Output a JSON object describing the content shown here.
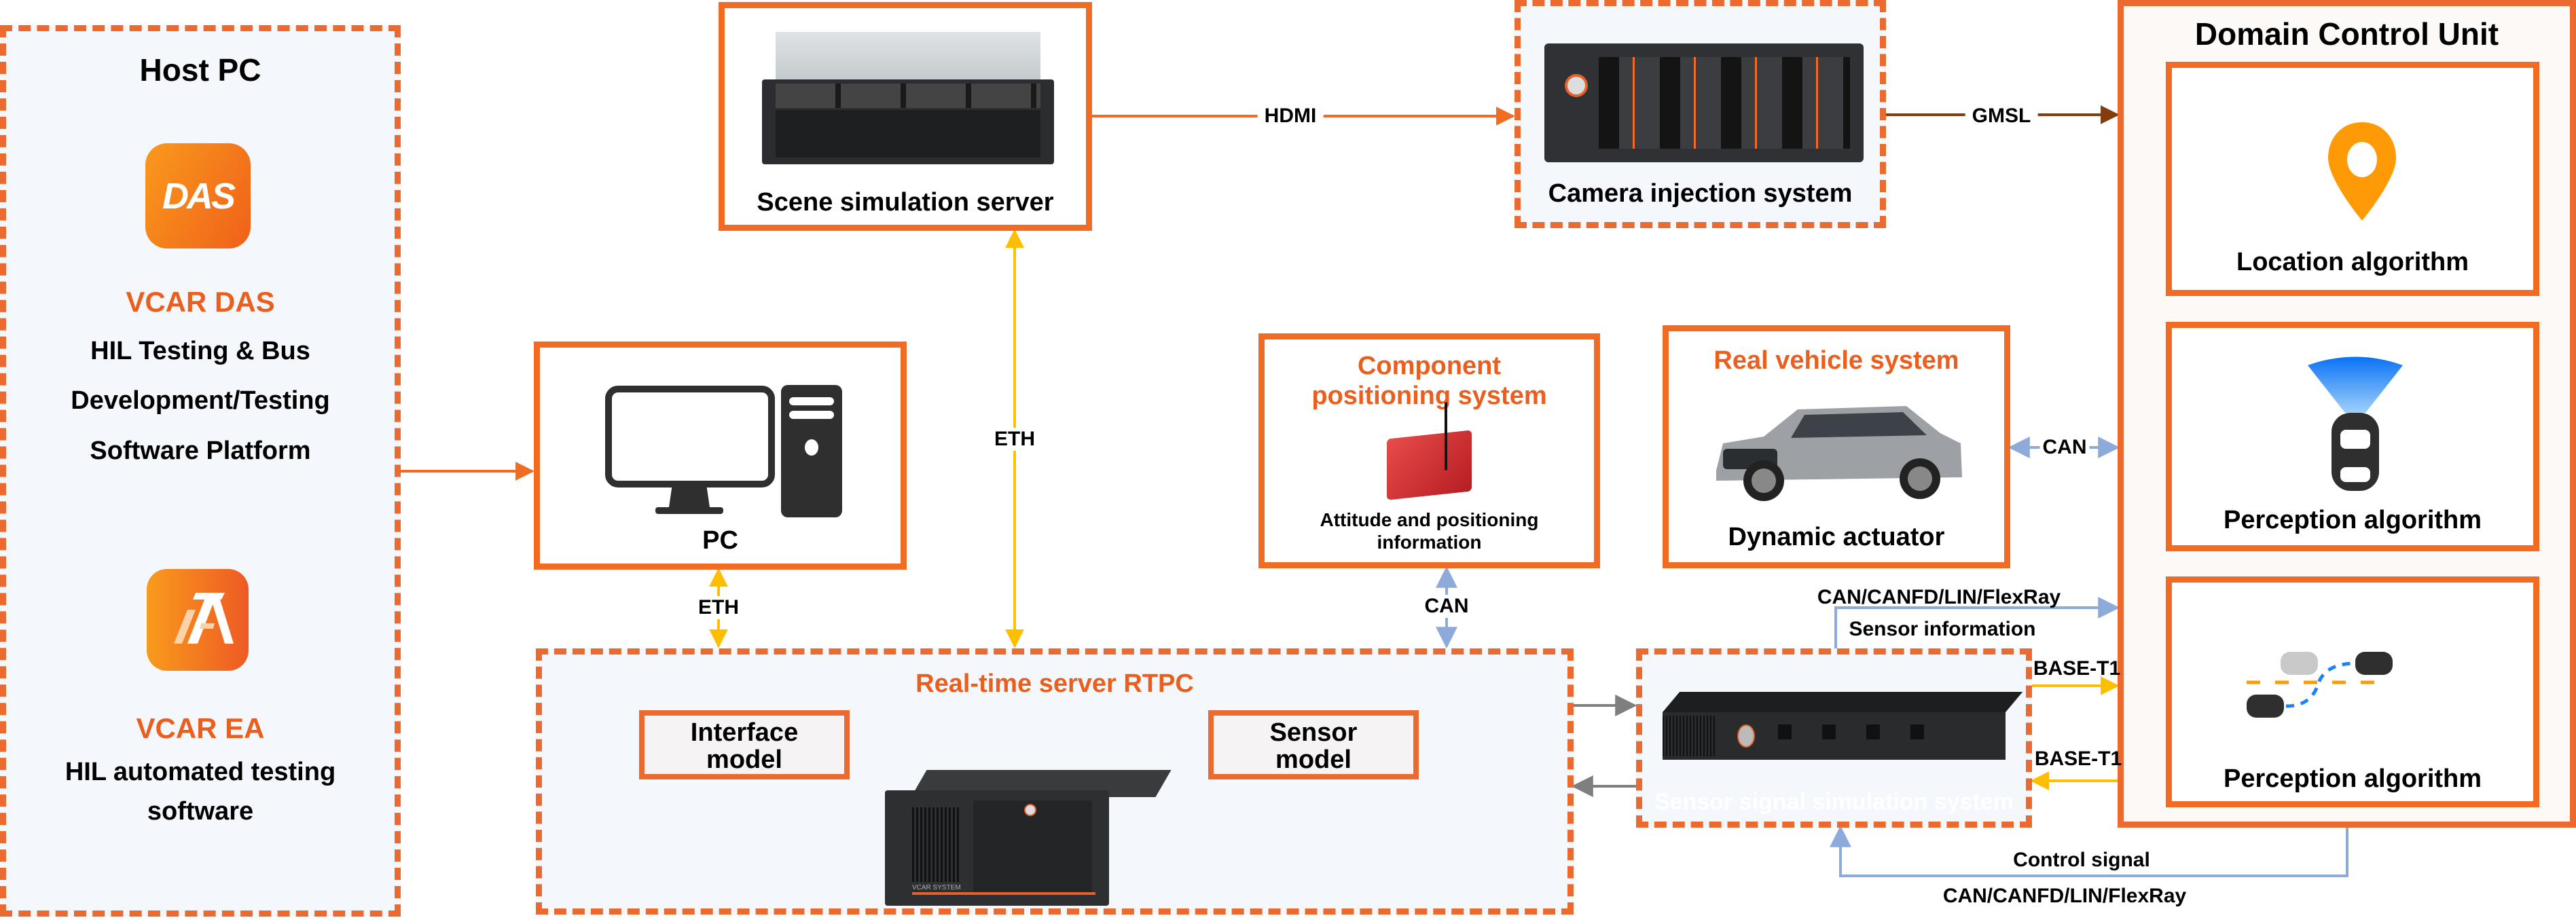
{
  "host_pc": {
    "title": "Host PC",
    "das": {
      "icon": "vcar-das-logo",
      "logo_text": "DAS",
      "name": "VCAR DAS",
      "desc": [
        "HIL Testing & Bus",
        "Development/Testing",
        "Software Platform"
      ]
    },
    "ea": {
      "icon": "vcar-ea-logo",
      "name": "VCAR EA",
      "desc": [
        "HIL automated testing",
        "software"
      ]
    }
  },
  "pc": {
    "label": "PC",
    "icon": "desktop-computer-icon"
  },
  "scene_server": {
    "label": "Scene simulation server",
    "icon": "rack-server-image"
  },
  "camera_injection": {
    "label": "Camera injection system",
    "icon": "camera-injection-device-image"
  },
  "component_positioning": {
    "title": "Component positioning system",
    "title_lines": [
      "Component",
      "positioning system"
    ],
    "desc_lines": [
      "Attitude and positioning",
      "information"
    ],
    "icon": "imu-device-image"
  },
  "real_vehicle": {
    "title": "Real vehicle system",
    "label": "Dynamic actuator",
    "icon": "suv-image"
  },
  "rtpc": {
    "title": "Real-time server RTPC",
    "interface_model": [
      "Interface",
      "model"
    ],
    "sensor_model": [
      "Sensor",
      "model"
    ],
    "icon": "industrial-pc-image",
    "device_brand": "VCAR SYSTEM"
  },
  "sensor_sim": {
    "label": "Sensor signal simulation system",
    "icon": "sensor-sim-device-image"
  },
  "dcu": {
    "title": "Domain Control Unit",
    "modules": [
      {
        "label": "Location algorithm",
        "icon": "location-pin-icon"
      },
      {
        "label": "Perception algorithm",
        "icon": "car-radar-icon"
      },
      {
        "label": "Perception algorithm",
        "icon": "lane-change-icon"
      }
    ]
  },
  "connections": {
    "hdmi": "HDMI",
    "gmsl": "GMSL",
    "eth_server": "ETH",
    "eth_pc": "ETH",
    "can_positioning": "CAN",
    "can_vehicle": "CAN",
    "bus_up": "CAN/CANFD/LIN/FlexRay",
    "sensor_information": "Sensor information",
    "base_t1_out": "BASE-T1",
    "base_t1_in": "BASE-T1",
    "control_signal": "Control signal",
    "bus_down": "CAN/CANFD/LIN/FlexRay"
  },
  "colors": {
    "accent_orange": "#f26b22",
    "dashed_orange": "#ea6a2f",
    "eth_yellow": "#ffbf00",
    "can_blue": "#8eaadb",
    "gmsl_brown": "#843c0c",
    "internal_gray": "#7f7f7f"
  }
}
